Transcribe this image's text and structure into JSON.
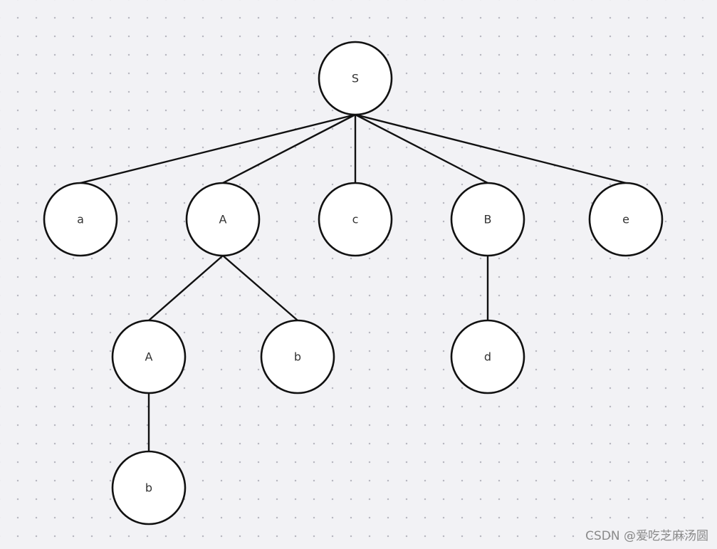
{
  "tree": {
    "root": {
      "label": "S",
      "children": [
        {
          "label": "a",
          "children": []
        },
        {
          "label": "A",
          "children": [
            {
              "label": "A",
              "children": [
                {
                  "label": "b",
                  "children": []
                }
              ]
            },
            {
              "label": "b",
              "children": []
            }
          ]
        },
        {
          "label": "c",
          "children": []
        },
        {
          "label": "B",
          "children": [
            {
              "label": "d",
              "children": []
            }
          ]
        },
        {
          "label": "e",
          "children": []
        }
      ]
    }
  },
  "watermark": "CSDN @爱吃芝麻汤圆",
  "colors": {
    "background": "#f2f2f5",
    "stroke": "#111111",
    "node_fill": "#ffffff",
    "label": "#333333"
  }
}
